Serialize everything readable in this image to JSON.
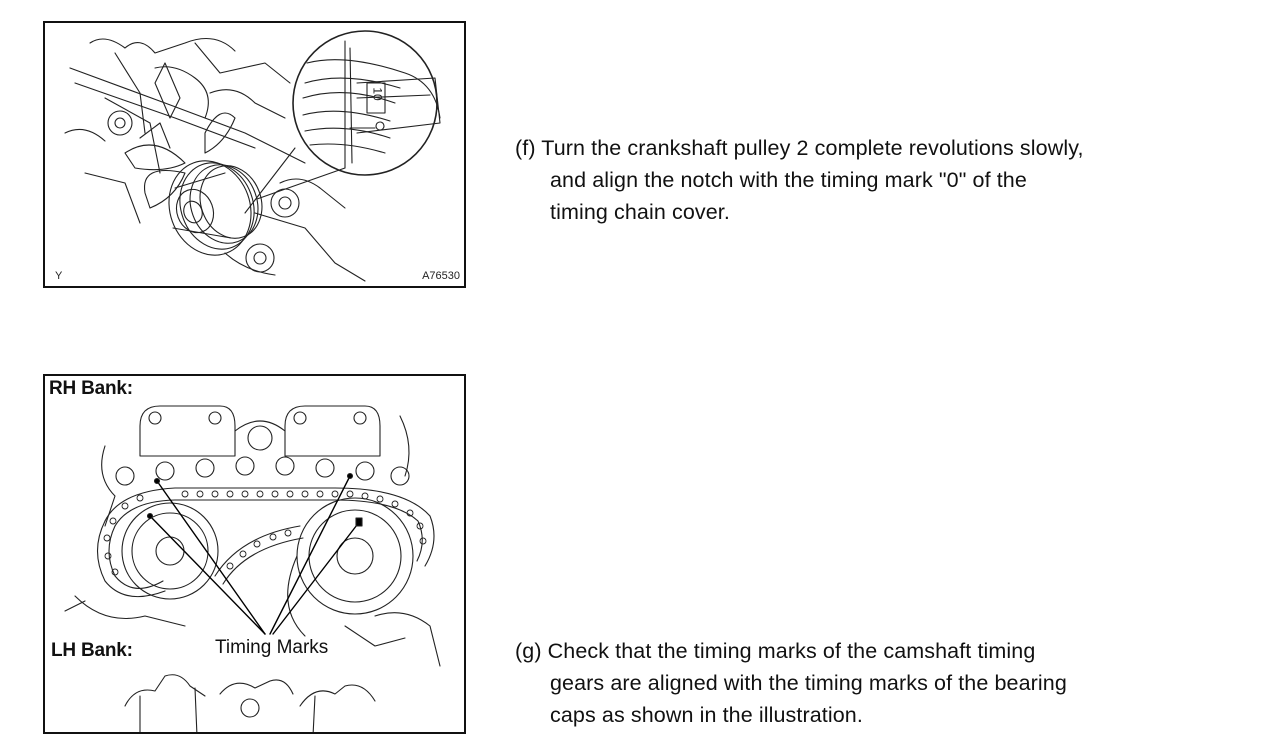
{
  "figure1": {
    "corner_letter": "Y",
    "code": "A76530",
    "detail_mark": "10"
  },
  "figure2": {
    "rh_bank": "RH Bank:",
    "lh_bank": "LH Bank:",
    "timing_marks": "Timing Marks"
  },
  "step_f": {
    "line1": "(f) Turn the crankshaft pulley 2 complete revolutions slowly,",
    "line2": "and align the notch with the timing mark \"0\" of the",
    "line3": "timing chain cover."
  },
  "step_g": {
    "line1": "(g) Check that the timing marks of the camshaft timing",
    "line2": "gears are aligned with the timing marks of the bearing",
    "line3": "caps as shown in the illustration."
  }
}
